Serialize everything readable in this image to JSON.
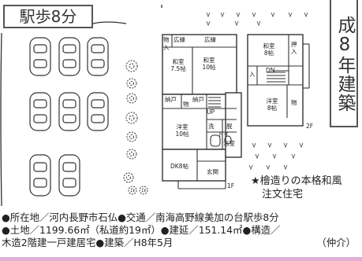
{
  "badge": {
    "station_walk": "駅歩8分"
  },
  "side_badge": "成8年建築",
  "floorplan": {
    "rooms_1f": {
      "monooki_1": "物",
      "engawa_1": "広縁",
      "engawa_2": "広縁",
      "irenohi": "入",
      "washitsu_1": "和室",
      "washitsu_1_size": "7.5帖",
      "washitsu_2": "和室",
      "washitsu_2_size": "10帖",
      "nando_1": "納戸",
      "monooki_2": "物",
      "nando_2": "納戸",
      "up": "UP",
      "youshitsu": "洋室",
      "youshitsu_size": "10帖",
      "sen": "洗",
      "datsu": "脱",
      "toilet": "トイ",
      "furo": "浴室",
      "dk": "DK8帖",
      "genkan": "玄関",
      "floor_label": "1F"
    },
    "rooms_2f": {
      "washitsu": "和室",
      "washitsu_size": "8帖",
      "oshiire": "押入",
      "dn": "DN",
      "ire": "入",
      "youshitsu": "洋室",
      "youshitsu_size": "8帖",
      "monooki": "物",
      "floor_label": "2F"
    }
  },
  "caption": {
    "line1": "★檜造りの本格和風",
    "line2": "注文住宅"
  },
  "info": {
    "line1": "●所在地／河内長野市石仏●交通／南海高野線美加の台駅歩8分",
    "line2": "●土地／1199.66㎡（私道約19㎡）●建延／151.14㎡●構造／",
    "line3": "木造2階建一戸建居宅●建築／H8年5月",
    "agent": "（仲介）"
  },
  "colors": {
    "line": "#333333",
    "bar": "#e0b0d8"
  }
}
